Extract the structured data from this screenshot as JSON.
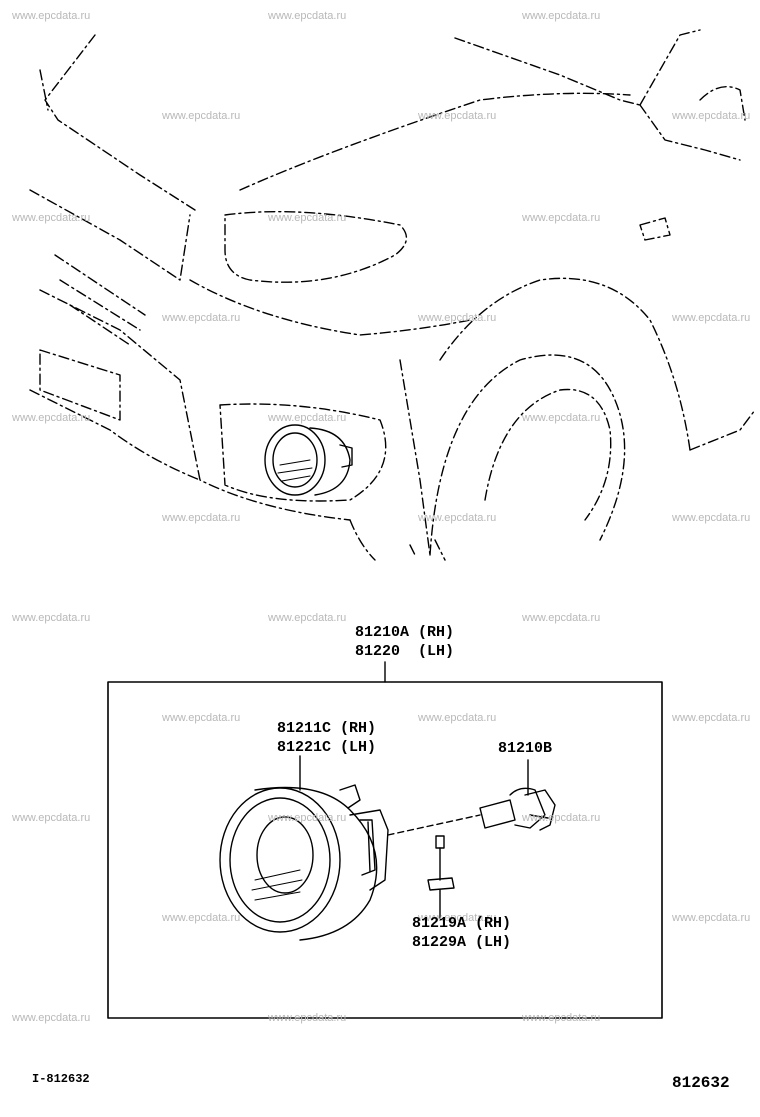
{
  "watermark": "www.epcdata.ru",
  "callouts": {
    "assembly_rh": "81210A (RH)",
    "assembly_lh": "81220  (LH)",
    "lens_rh": "81211C (RH)",
    "lens_lh": "81221C (LH)",
    "bulb": "81210B",
    "socket_rh": "81219A (RH)",
    "socket_lh": "81229A (LH)"
  },
  "footer": {
    "left_ref": "I-812632",
    "right_ref": "812632"
  }
}
